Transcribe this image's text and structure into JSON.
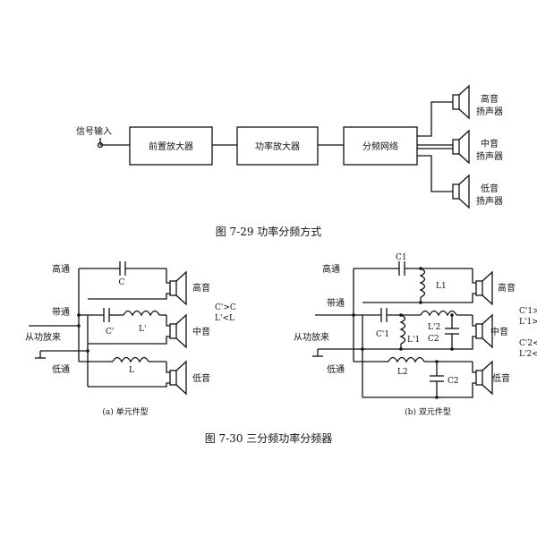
{
  "fig29": {
    "input_label": "信号输入",
    "blocks": [
      "前置放大器",
      "功率放大器",
      "分频网络"
    ],
    "speakers": [
      "高音扬声器",
      "中音扬声器",
      "低音扬声器"
    ],
    "caption": "图 7-29    功率分频方式"
  },
  "fig30": {
    "caption": "图 7-30    三分频功率分频器",
    "left": {
      "high": "高通",
      "band": "带通",
      "low": "低通",
      "source": "从功放来",
      "cap_high": "C",
      "cap_mid": "C'",
      "ind_mid": "L'",
      "ind_low": "L",
      "spk_high": "高音",
      "spk_mid": "中音",
      "spk_low": "低音",
      "note1": "C'>C",
      "note2": "L'<L",
      "sub": "(a) 单元件型"
    },
    "right": {
      "high": "高通",
      "band": "带通",
      "low": "低通",
      "source": "从功放来",
      "c1": "C1",
      "l1": "L1",
      "c1p": "C'1",
      "l1p": "L'1",
      "l2p": "L'2",
      "c2p": "C2",
      "l2": "L2",
      "c2": "C2",
      "spk_high": "高音",
      "spk_mid": "中音",
      "spk_low": "低音",
      "note1": "C'1>",
      "note2": "L'1>",
      "note3": "C'2<",
      "note4": "L'2<",
      "sub": "(b) 双元件型"
    }
  }
}
